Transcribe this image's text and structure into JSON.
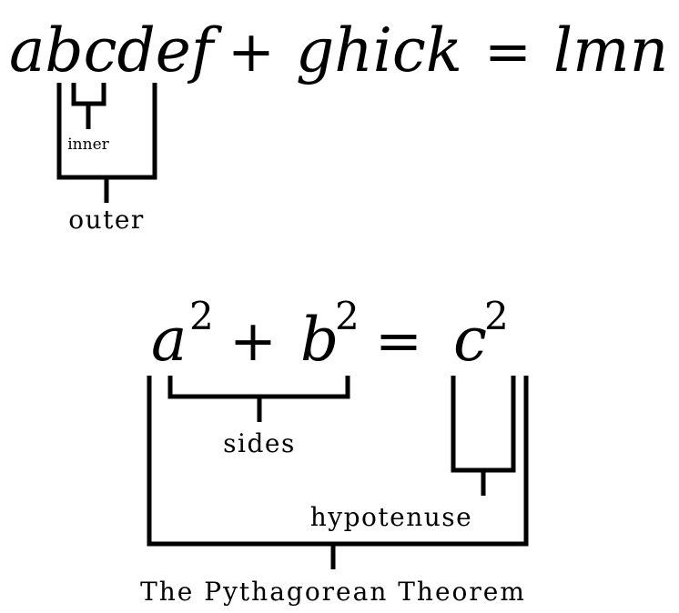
{
  "equation1": {
    "parts": [
      "abcdef",
      "+",
      "ghick",
      "=",
      "lmn"
    ],
    "inner_label": "inner",
    "outer_label": "outer"
  },
  "equation2": {
    "a": "a",
    "exp_a": "2",
    "plus": "+",
    "b": "b",
    "exp_b": "2",
    "equals": "=",
    "c": "c",
    "exp_c": "2",
    "sides_label": "sides",
    "hypotenuse_label": "hypotenuse",
    "theorem_label": "The Pythagorean Theorem"
  }
}
